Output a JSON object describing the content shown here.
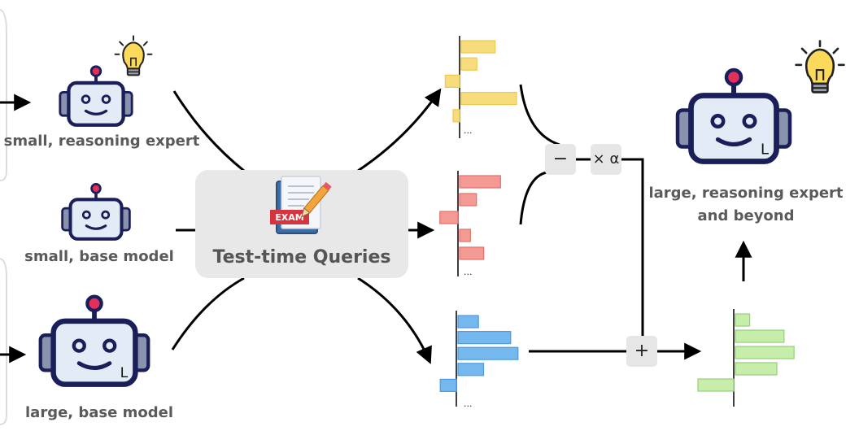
{
  "labels": {
    "small_expert": "small, reasoning expert",
    "small_base": "small, base model",
    "large_base": "large, base model",
    "large_expert_line1": "large, reasoning expert",
    "large_expert_line2": "and beyond",
    "queries": "Test-time Queries",
    "exam_badge": "EXAM",
    "robot_size_mark": "L",
    "ellipsis": "..."
  },
  "operators": {
    "minus": "−",
    "scale": "× α",
    "plus": "+"
  },
  "chart_data": [
    {
      "type": "bar",
      "orientation": "horizontal",
      "color": "#f7dc7e",
      "stroke": "#f0c94a",
      "values": [
        0.52,
        0.24,
        -0.22,
        0.85,
        -0.1
      ]
    },
    {
      "type": "bar",
      "orientation": "horizontal",
      "color": "#f29a93",
      "stroke": "#e57068",
      "values": [
        0.68,
        0.28,
        -0.3,
        0.18,
        0.4
      ]
    },
    {
      "type": "bar",
      "orientation": "horizontal",
      "color": "#74b8ee",
      "stroke": "#4f9be0",
      "values": [
        0.28,
        0.72,
        0.82,
        0.35,
        -0.22
      ]
    },
    {
      "type": "bar",
      "orientation": "horizontal",
      "color": "#c6eda9",
      "stroke": "#96cf78",
      "values": [
        0.2,
        0.68,
        0.82,
        0.58,
        -0.5
      ]
    }
  ]
}
